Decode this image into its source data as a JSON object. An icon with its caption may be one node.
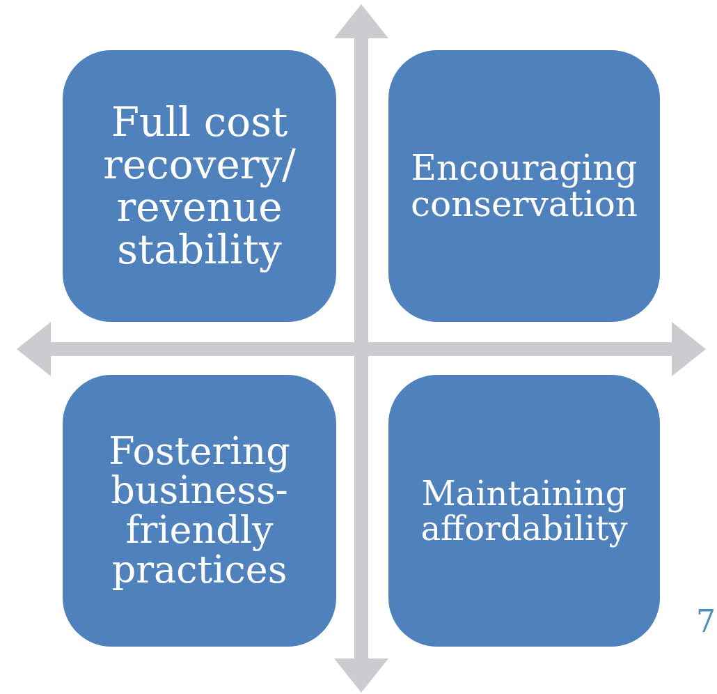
{
  "diagram": {
    "nodes": [
      {
        "text": [
          "Full cost recovery/ revenue stability"
        ]
      },
      {
        "text": [
          "Encouraging conservation"
        ]
      },
      {
        "text": [
          "Fostering business-friendly practices"
        ]
      },
      {
        "text": [
          "Maintaining affordability"
        ]
      }
    ],
    "labels": [
      "7"
    ]
  }
}
